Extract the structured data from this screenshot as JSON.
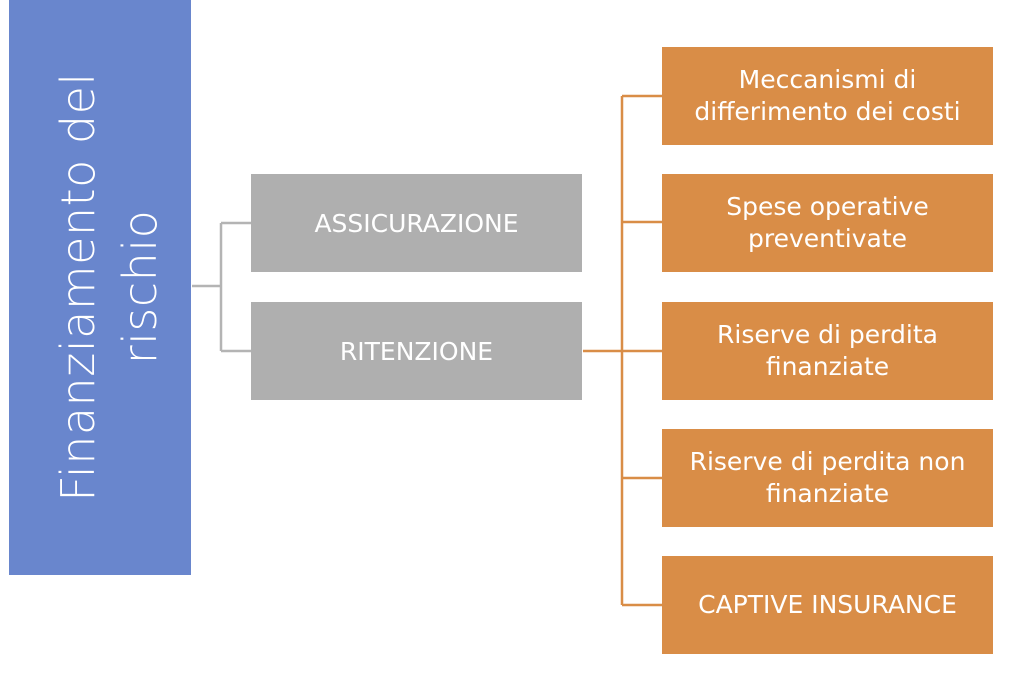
{
  "root": {
    "label": "Finanziamento del rischio",
    "color": "#6986cd"
  },
  "branches": [
    {
      "label": "ASSICURAZIONE",
      "color": "#afafaf"
    },
    {
      "label": "RITENZIONE",
      "color": "#afafaf"
    }
  ],
  "retention_children": [
    {
      "label": "Meccanismi di differimento dei costi",
      "color": "#d98d47"
    },
    {
      "label": "Spese operative preventivate",
      "color": "#d98d47"
    },
    {
      "label": "Riserve di perdita finanziate",
      "color": "#d98d47"
    },
    {
      "label": "Riserve di perdita non finanziate",
      "color": "#d98d47"
    },
    {
      "label": "CAPTIVE INSURANCE",
      "color": "#d98d47"
    }
  ],
  "connector_colors": {
    "gray": "#b4b4b4",
    "orange": "#d98d47"
  }
}
